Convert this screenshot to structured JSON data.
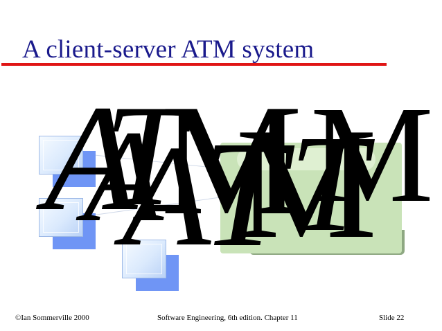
{
  "slide": {
    "title": "A client-server ATM system",
    "overlay_glyphs": [
      "A",
      "T",
      "M",
      "A",
      "T",
      "M",
      "A",
      "T",
      "M"
    ],
    "colors": {
      "title": "#1a1a8c",
      "title_rule": "#e01515",
      "atm_screen": "#dbeafd",
      "atm_shadow": "#6f95f5",
      "server_block": "#c9e3b8",
      "server_shadow": "#8ea882"
    },
    "icons": [
      "atm-icon",
      "atm-icon",
      "atm-icon",
      "server-icon"
    ]
  },
  "footer": {
    "left": "©Ian Sommerville 2000",
    "center": "Software Engineering, 6th edition. Chapter 11",
    "right": "Slide 22"
  }
}
